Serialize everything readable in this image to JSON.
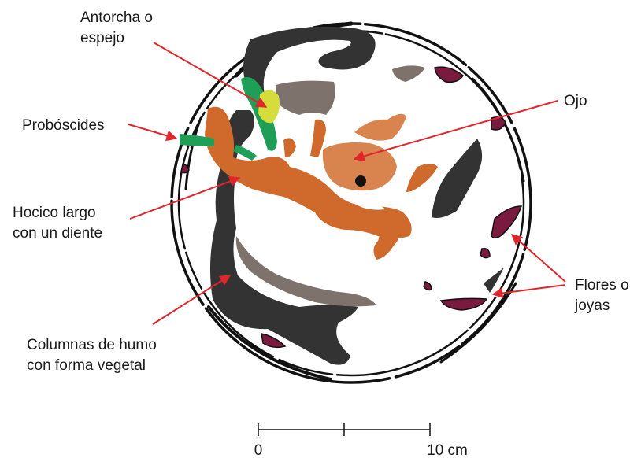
{
  "labels": {
    "torch": [
      "Antorcha o",
      "espejo"
    ],
    "proboscis": [
      "Probóscides"
    ],
    "snout": [
      "Hocico largo",
      "con un diente"
    ],
    "smoke": [
      "Columnas de humo",
      "con forma vegetal"
    ],
    "eye": [
      "Ojo"
    ],
    "flowers": [
      "Flores o",
      "joyas"
    ]
  },
  "scale": {
    "start": "0",
    "end": "10 cm"
  },
  "colors": {
    "outline": "#111111",
    "smoke_dark": "#333333",
    "smoke_grey": "#7d736c",
    "body_orange": "#cf6a2c",
    "eye_orange": "#d9844f",
    "proboscis_green": "#1f9e57",
    "torch_yellow": "#d6dc3a",
    "jewel_maroon": "#7a1a3f",
    "arrow_red": "#e0262c"
  }
}
